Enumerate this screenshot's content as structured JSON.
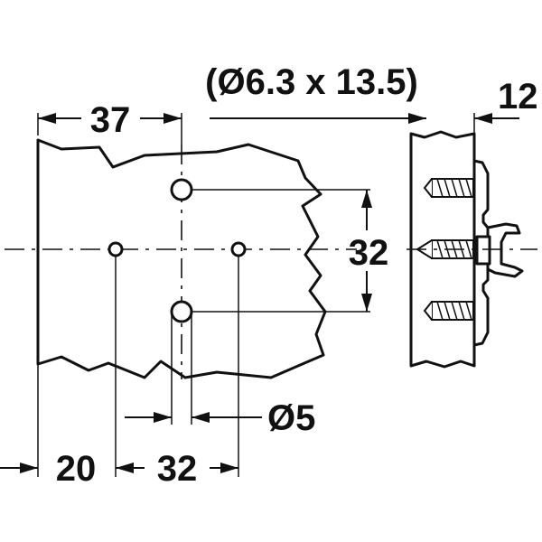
{
  "dimensions": {
    "screw_spec": "(Ø6.3 x 13.5)",
    "offset_12": "12",
    "width_37": "37",
    "spacing_32_vertical": "32",
    "hole_diameter": "Ø5",
    "offset_20": "20",
    "spacing_32_horizontal": "32"
  },
  "colors": {
    "line": "#111111",
    "background": "#ffffff"
  }
}
